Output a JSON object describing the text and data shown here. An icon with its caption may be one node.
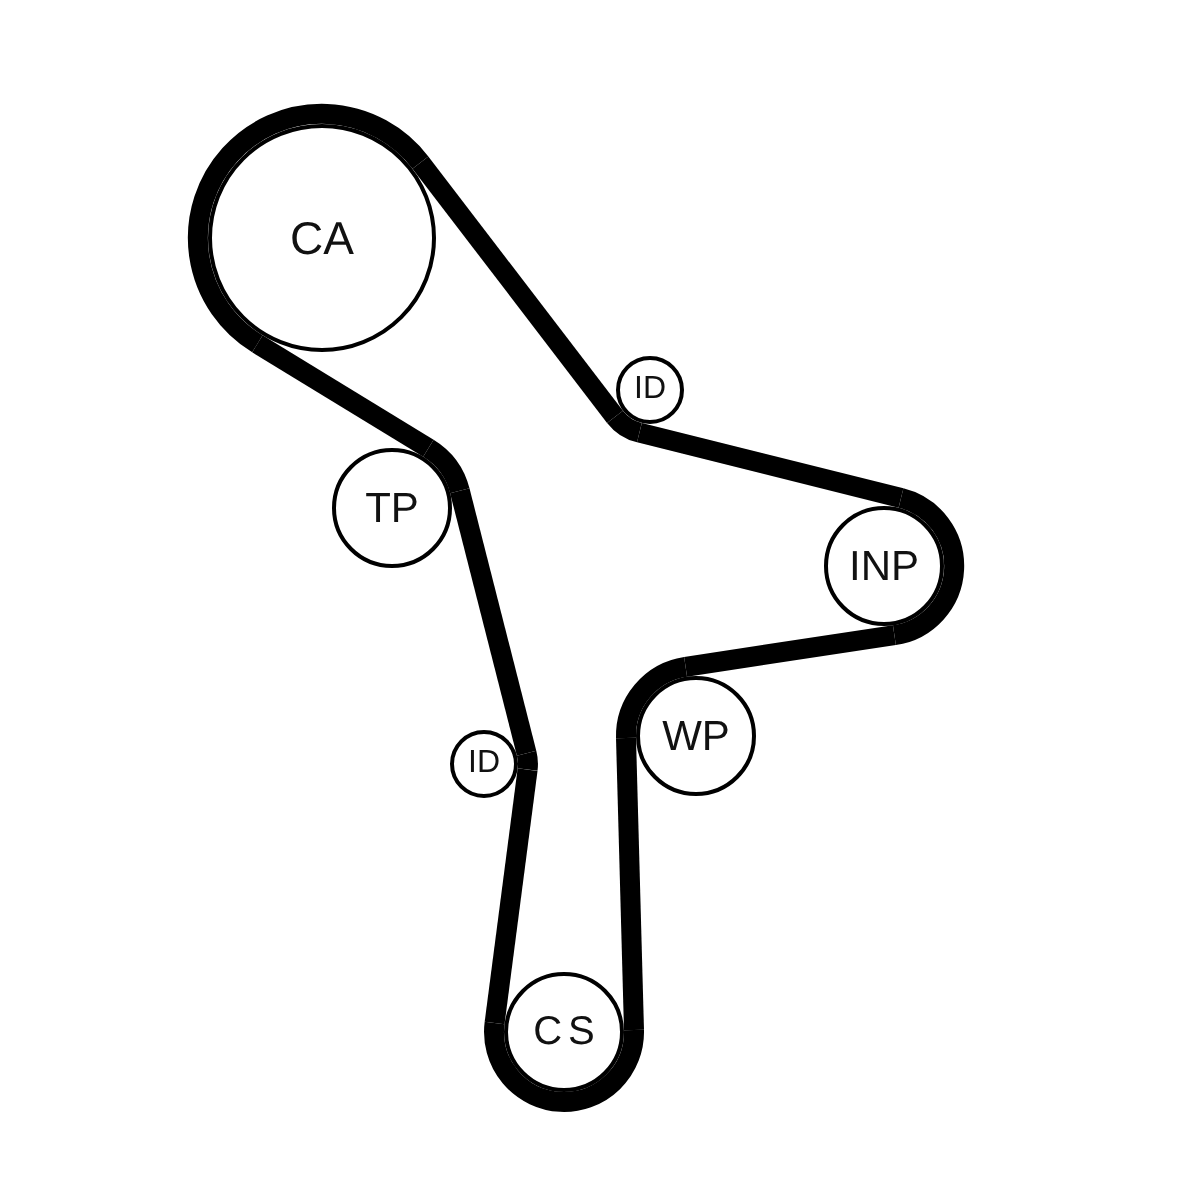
{
  "diagram": {
    "nodes": [
      {
        "text": [
          "CA"
        ]
      },
      {
        "text": [
          "ID"
        ]
      },
      {
        "text": [
          "TP"
        ]
      },
      {
        "text": [
          "INP"
        ]
      },
      {
        "text": [
          "WP"
        ]
      },
      {
        "text": [
          "ID"
        ]
      },
      {
        "text": [
          "CS"
        ]
      }
    ],
    "edges": [
      {
        "from": 0,
        "to": 1,
        "arrow": "none"
      },
      {
        "from": 1,
        "to": 3,
        "arrow": "none"
      },
      {
        "from": 3,
        "to": 4,
        "arrow": "none"
      },
      {
        "from": 4,
        "to": 6,
        "arrow": "none"
      },
      {
        "from": 6,
        "to": 5,
        "arrow": "none"
      },
      {
        "from": 5,
        "to": 2,
        "arrow": "none"
      },
      {
        "from": 2,
        "to": 0,
        "arrow": "none"
      }
    ]
  }
}
